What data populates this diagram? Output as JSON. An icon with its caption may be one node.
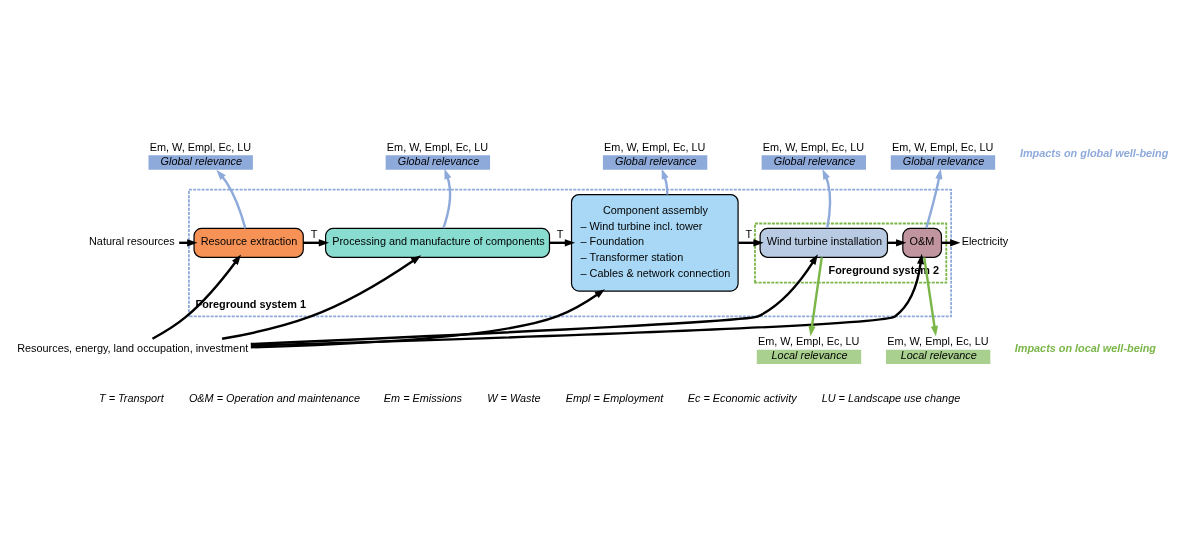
{
  "diagram": {
    "nodes": [
      {
        "text": [
          "Foreground system 1"
        ]
      },
      {
        "text": [
          "Foreground system 2"
        ],
        "in": 0
      },
      {
        "text": [
          "Resource extraction"
        ],
        "in": 0
      },
      {
        "text": [
          "Processing and manufacture of components"
        ],
        "in": 0
      },
      {
        "text": [
          "Component assembly",
          "– Wind turbine incl. tower",
          "– Foundation",
          "– Transformer station",
          "– Cables & network connection"
        ],
        "in": 0
      },
      {
        "text": [
          "Wind turbine installation"
        ],
        "in": 1
      },
      {
        "text": [
          "O&M"
        ],
        "in": 1
      },
      {
        "text": [
          "Natural resources"
        ]
      },
      {
        "text": [
          "Resources, energy, land occupation, investment"
        ]
      },
      {
        "text": [
          "Electricity"
        ]
      },
      {
        "text": [
          "Em, W, Empl, Ec, LU",
          "Global relevance"
        ]
      },
      {
        "text": [
          "Em, W, Empl, Ec, LU",
          "Global relevance"
        ]
      },
      {
        "text": [
          "Em, W, Empl, Ec, LU",
          "Global relevance"
        ]
      },
      {
        "text": [
          "Em, W, Empl, Ec, LU",
          "Global relevance"
        ]
      },
      {
        "text": [
          "Em, W, Empl, Ec, LU",
          "Global relevance"
        ]
      },
      {
        "text": [
          "Em, W, Empl, Ec, LU",
          "Local relevance"
        ]
      },
      {
        "text": [
          "Em, W, Empl, Ec, LU",
          "Local relevance"
        ]
      }
    ],
    "edges": [
      {
        "from": 7,
        "to": 2,
        "arrow": "to"
      },
      {
        "from": 2,
        "to": 3,
        "arrow": "to",
        "label": "T"
      },
      {
        "from": 3,
        "to": 4,
        "arrow": "to",
        "label": "T"
      },
      {
        "from": 4,
        "to": 5,
        "arrow": "to",
        "label": "T"
      },
      {
        "from": 5,
        "to": 6,
        "arrow": "to"
      },
      {
        "from": 6,
        "to": 9,
        "arrow": "to"
      },
      {
        "from": 8,
        "to": 2,
        "arrow": "to"
      },
      {
        "from": 8,
        "to": 3,
        "arrow": "to"
      },
      {
        "from": 8,
        "to": 4,
        "arrow": "to"
      },
      {
        "from": 8,
        "to": 5,
        "arrow": "to"
      },
      {
        "from": 8,
        "to": 6,
        "arrow": "to"
      },
      {
        "from": 2,
        "to": 10,
        "arrow": "to",
        "color": "#8eaadb"
      },
      {
        "from": 3,
        "to": 11,
        "arrow": "to",
        "color": "#8eaadb"
      },
      {
        "from": 4,
        "to": 12,
        "arrow": "to",
        "color": "#8eaadb"
      },
      {
        "from": 5,
        "to": 13,
        "arrow": "to",
        "color": "#8eaadb"
      },
      {
        "from": 6,
        "to": 14,
        "arrow": "to",
        "color": "#8eaadb"
      },
      {
        "from": 5,
        "to": 15,
        "arrow": "to",
        "color": "#7ab648"
      },
      {
        "from": 6,
        "to": 16,
        "arrow": "to",
        "color": "#7ab648"
      }
    ],
    "labels": [
      "Impacts on global well-being",
      "Impacts on local well-being",
      "T = Transport",
      "O&M = Operation and maintenance",
      "Em = Emissions",
      "W = Waste",
      "Empl = Employment",
      "Ec = Economic activity",
      "LU = Landscape use change"
    ]
  }
}
